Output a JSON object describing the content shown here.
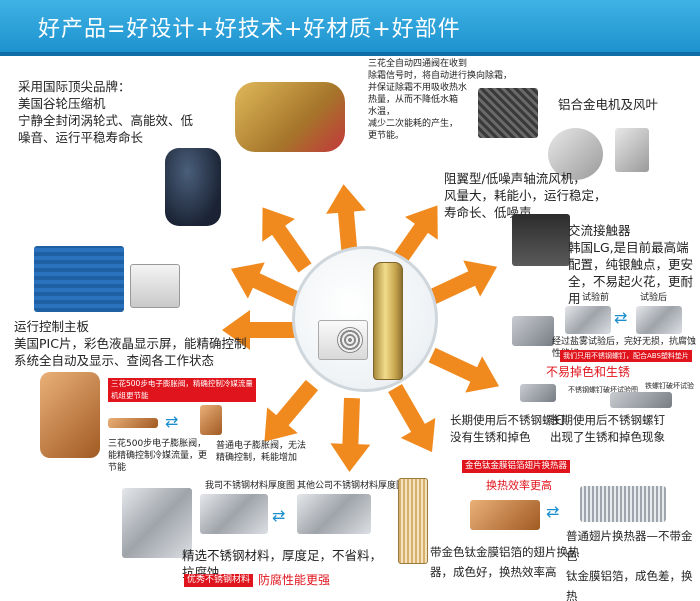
{
  "header": {
    "title": "好产品=好设计+好技术+好材质+好部件",
    "bg_color": "#2a9ed8"
  },
  "arrow_color": "#f08a1e",
  "features": {
    "compressor": "采用国际顶尖品牌：\n美国谷轮压缩机\n宁静全封闭涡轮式、高能效、低\n噪音、运行平稳寿命长",
    "valve": "三花全自动四通阀在收到\n除霜信号时，将自动进行换向除霜，\n并保证除霜不用吸收热水\n热量，从而不降低水箱\n水温，\n减少二次能耗的产生，\n更节能。",
    "motor": "铝合金电机及风叶",
    "fan": "阻翼型/低噪声轴流风机，\n风量大，耗能小，运行稳定，\n寿命长、低噪声",
    "contactor": "交流接触器\n韩国LG,是目前最高端\n配置，纯银触点，更安\n全，不易起火花，更耐用",
    "control": "运行控制主板\n美国PIC片，彩色液晶显示屏，能精确控制\n系统全自动及显示、查阅各工作状态",
    "salt_before": "试验前",
    "salt_after": "试验后",
    "salt_desc": "经过盐雾试验后，完好无损，抗腐蚀性能好",
    "salt_red_label": "我们只用不锈钢螺钉，配合ABS塑料垫片",
    "no_rust": "不易掉色和生锈",
    "screw_ours_label": "不锈钢螺钉破坏试验图",
    "screw_iron_label": "铁螺钉破坏试验图",
    "screw_ours_desc": "长期使用后不锈钢螺钉\n没有生锈和掉色",
    "screw_iron_desc": "长期使用后不锈钢螺钉\n出现了生锈和掉色现象",
    "eev_red_label": "三花500步电子膨胀阀，精确控制冷媒流量\n机组更节能",
    "eev_desc": "三花500步电子膨胀阀，\n能精确控制冷媒流量，更\n节能",
    "normal_valve_desc": "普通电子膨胀阀，无法\n精确控制，耗能增加",
    "steel_ours_caption": "我司不锈钢材料厚度图",
    "steel_other_caption": "其他公司不锈钢材料厚度图",
    "steel_desc": "精选不锈钢材料，厚度足，不省料，抗腐蚀",
    "steel_red_label": "优秀不锈钢材料",
    "steel_red_text": "防腐性能更强",
    "hx_red_label": "金色钛金膜铝箔翅片换热器",
    "hx_red_text": "换热效率更高",
    "hx_ours_desc": "带金色钛金膜铝箔的翅片换热\n器，成色好，换热效率高",
    "hx_normal_desc": "普通翅片换热器—不带金色\n钛金膜铝箔，成色差，换热\n效率低，耗能大大增加"
  }
}
